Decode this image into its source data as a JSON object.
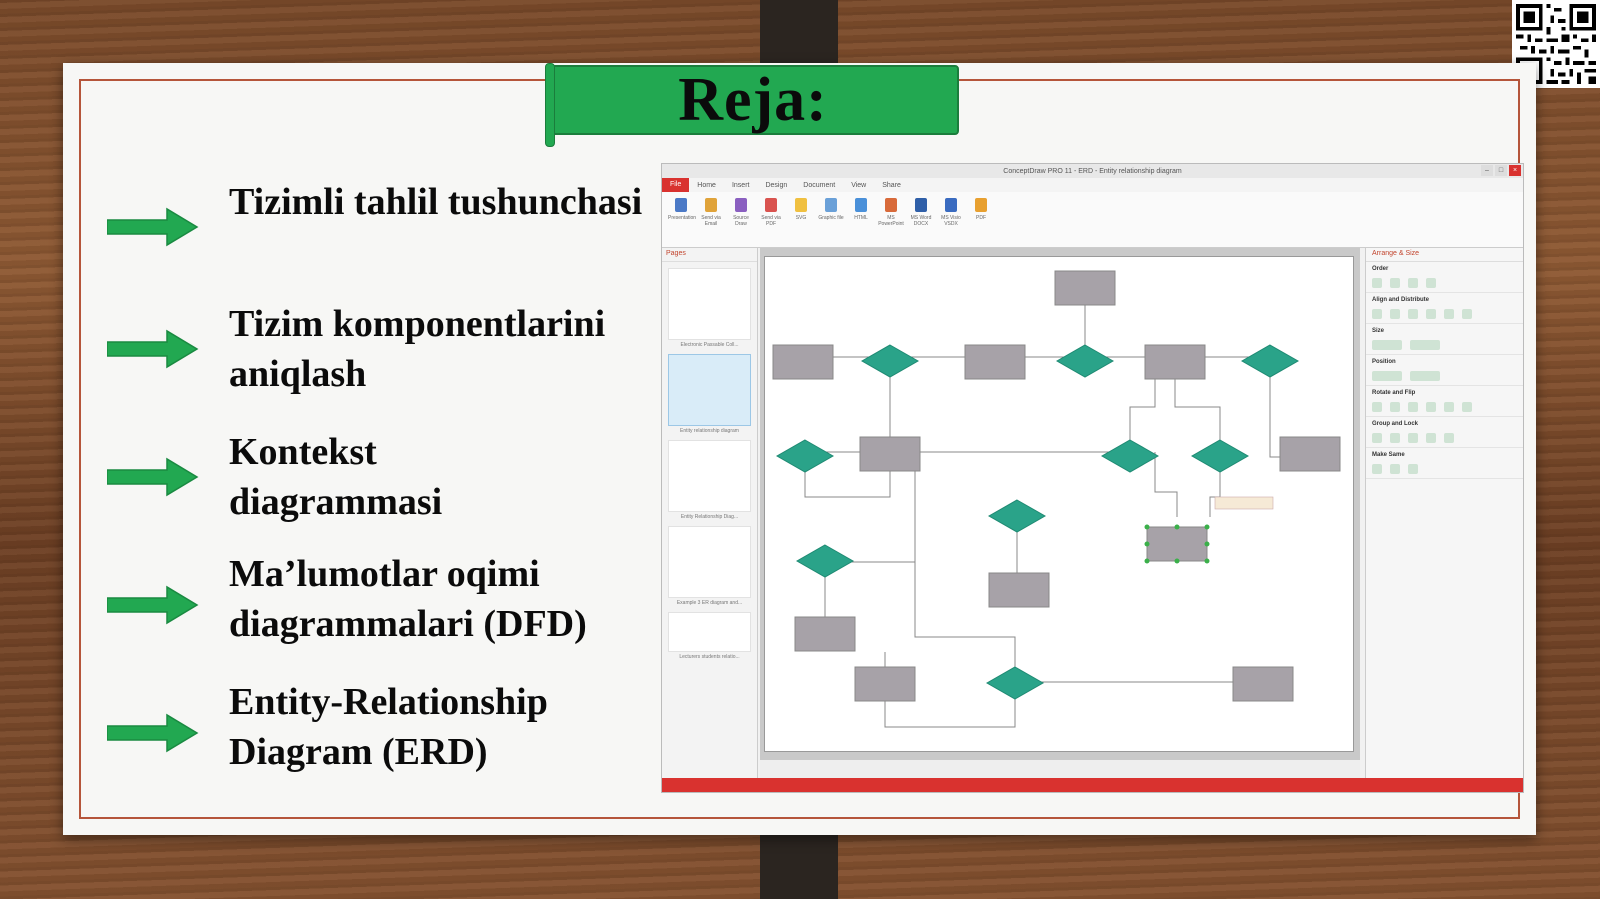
{
  "slide": {
    "title": "Reja:",
    "colors": {
      "banner": "#22a851",
      "arrow": "#22a851",
      "border": "#b5553a"
    },
    "items": [
      {
        "label": "Tizimli tahlil tushunchasi",
        "icon": "arrow-right-icon"
      },
      {
        "label": "Tizim komponentlarini aniqlash",
        "icon": "arrow-right-icon"
      },
      {
        "label": "Kontekst diagrammasi",
        "icon": "arrow-right-icon"
      },
      {
        "label": "Ma’lumotlar oqimi diagrammalari (DFD)",
        "icon": "arrow-right-icon"
      },
      {
        "label": "Entity-Relationship Diagram (ERD)",
        "icon": "arrow-right-icon"
      }
    ]
  },
  "screenshot": {
    "window_title": "ConceptDraw PRO 11 - ERD - Entity relationship diagram",
    "menu": [
      "File",
      "Home",
      "Insert",
      "Design",
      "Document",
      "View",
      "Share"
    ],
    "ribbon": [
      "Presentation",
      "Send via Email",
      "Source Draw",
      "Send via PDF",
      "SVG",
      "Graphic file",
      "HTML",
      "MS PowerPoint",
      "MS Word DOCX",
      "MS Visio VSDX",
      "PDF"
    ],
    "left_panel_title": "Pages",
    "right_panel_title": "Arrange & Size",
    "right_sections": [
      "Order",
      "Align and Distribute",
      "Size",
      "Position",
      "Rotate and Flip",
      "Group and Lock",
      "Make Same"
    ],
    "page_thumbs": [
      "Electronic Passable Coll...",
      "Entity relationship diagram",
      "Entity Relationship Diag...",
      "Example 3 ER diagram and...",
      "Lecturers students relatio..."
    ]
  }
}
